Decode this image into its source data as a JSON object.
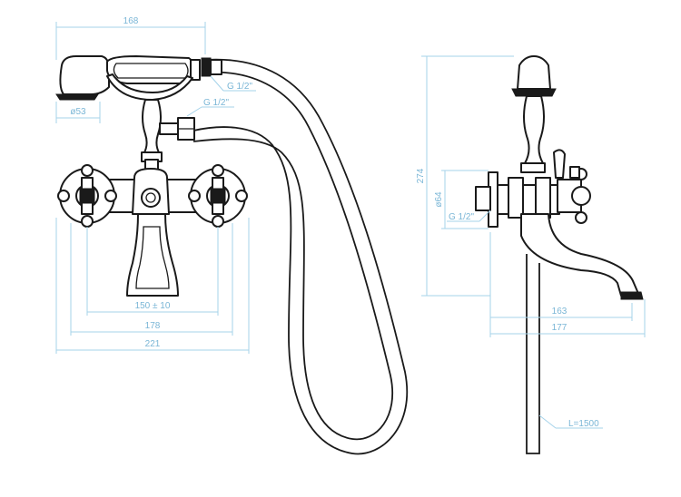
{
  "dimensions": {
    "front": {
      "width_shower_head": "168",
      "diameter_shower_head": "ø53",
      "thread_hose_top": "G 1/2\"",
      "thread_hose_outlet": "G 1/2\"",
      "spacing": "150 ± 10",
      "overall_handles": "178",
      "overall_width": "221"
    },
    "side": {
      "height": "274",
      "flange_diameter": "ø64",
      "thread_inlet": "G 1/2\"",
      "spout_reach": "163",
      "overall_depth": "177",
      "hose_length": "L=1500"
    }
  },
  "colors": {
    "dimension": "#7ab6d6",
    "outline": "#1a1a1a"
  }
}
